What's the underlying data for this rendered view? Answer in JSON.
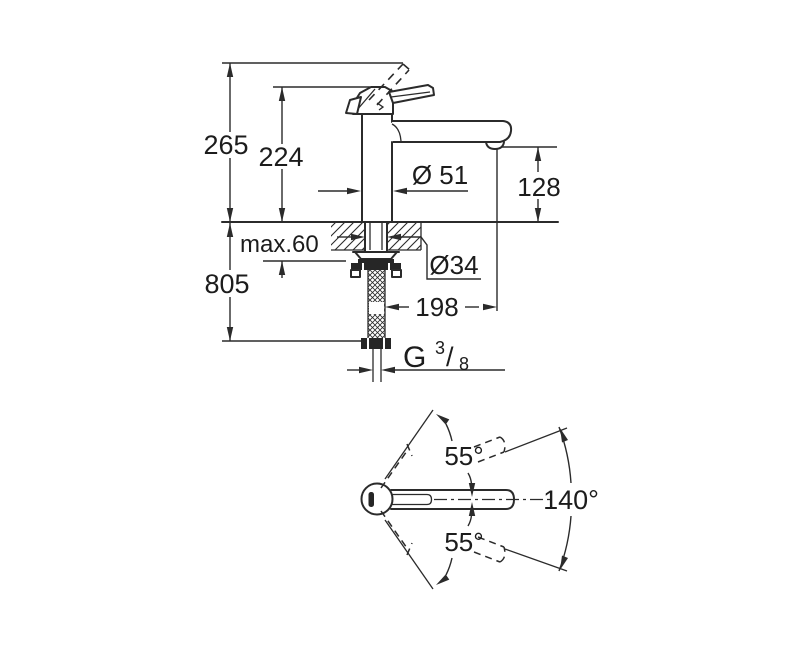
{
  "page": {
    "background": "#ffffff",
    "line_color": "#2b2b2b",
    "description": "Technical dimension drawing of a single-lever kitchen faucet, side elevation with mounting detail and top view of spout swivel range"
  },
  "side_view": {
    "label_overall_height": "265",
    "label_height_to_handle": "224",
    "label_base_diameter": "Ø 51",
    "label_spout_height": "128",
    "label_max_deck_thickness": "max.60",
    "label_hole_diameter": "Ø34",
    "label_below_deck_length": "805",
    "label_spout_reach": "198",
    "thread": {
      "letter": "G",
      "numerator": "3",
      "slash": "/",
      "denominator": "8"
    }
  },
  "top_view": {
    "label_swivel_upper": "55°",
    "label_swivel_lower": "55°",
    "label_swivel_total": "140°"
  }
}
